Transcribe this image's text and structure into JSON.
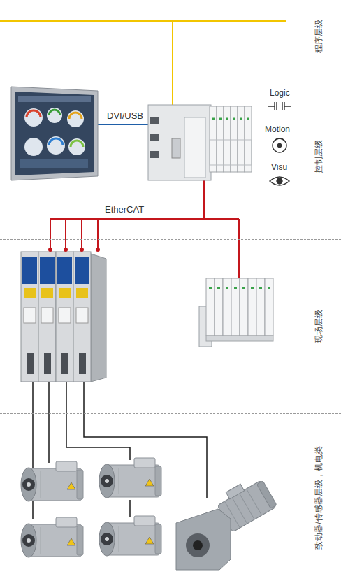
{
  "diagram": {
    "nodes": [
      {
        "text": [
          "程序层级"
        ]
      },
      {
        "text": [
          "控制层级"
        ]
      },
      {
        "text": [
          "现场层级"
        ]
      },
      {
        "text": [
          "致动器/传感器层级，机电类"
        ]
      }
    ],
    "labels": [
      "DVI/USB",
      "EtherCAT",
      "Logic",
      "Motion",
      "Visu"
    ]
  }
}
